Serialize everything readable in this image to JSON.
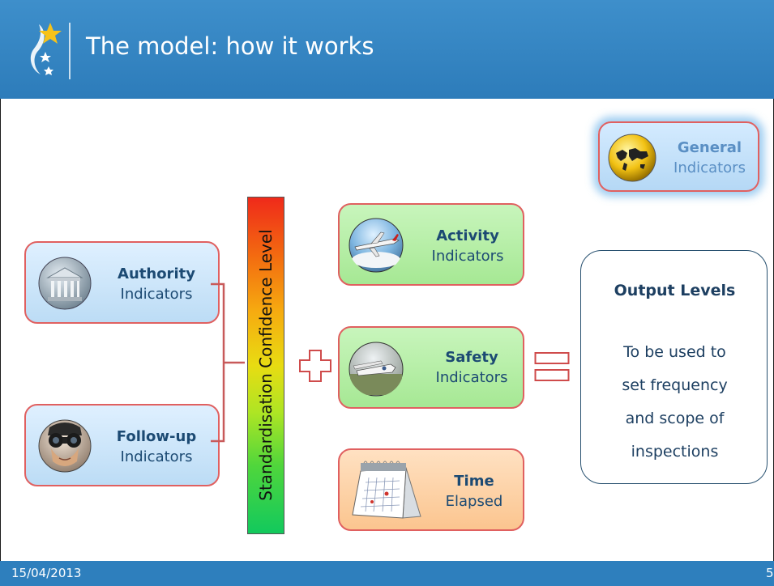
{
  "header": {
    "title": "The model: how it works"
  },
  "footer": {
    "date": "15/04/2013",
    "page": "5"
  },
  "general": {
    "title": "General",
    "subtitle": "Indicators",
    "icon": "world-map-globe-icon"
  },
  "authority": {
    "title": "Authority",
    "subtitle": "Indicators",
    "icon": "building-columns-icon"
  },
  "followup": {
    "title": "Follow-up",
    "subtitle": "Indicators",
    "icon": "binoculars-person-icon"
  },
  "activity": {
    "title": "Activity",
    "subtitle": "Indicators",
    "icon": "airplane-icon"
  },
  "safety": {
    "title": "Safety",
    "subtitle": "Indicators",
    "icon": "crashed-aircraft-icon"
  },
  "time": {
    "title": "Time",
    "subtitle": "Elapsed",
    "icon": "calendar-icon"
  },
  "scale": {
    "label": "Standardisation Confidence Level"
  },
  "output": {
    "title": "Output Levels",
    "lines": [
      "To be used to",
      "set frequency",
      "and scope of",
      "inspections"
    ]
  },
  "colors": {
    "header": "#2e7fbd",
    "box_border": "#e06060",
    "plus_equal": "#cf4b4b",
    "text": "#1c4a73"
  }
}
